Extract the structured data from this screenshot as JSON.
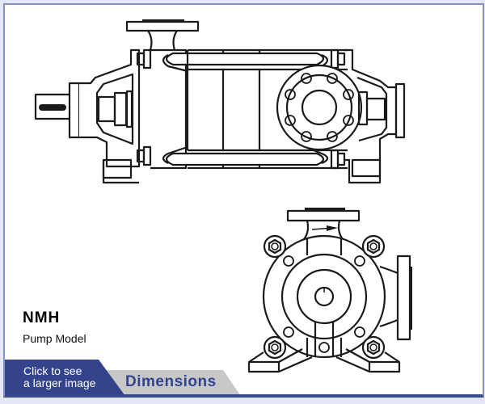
{
  "product": {
    "model_name": "NMH",
    "model_label": "Pump Model"
  },
  "tabs": [
    {
      "label_line1": "Click to see",
      "label_line2": "a larger image",
      "color": "#34448c",
      "text_color": "#ffffff"
    },
    {
      "label": "Dimensions",
      "color": "#c8c8c8",
      "text_color": "#34448c"
    }
  ],
  "drawings": {
    "top": "pump-side-view",
    "bottom": "pump-end-view"
  },
  "colors": {
    "background": "#e4e8f6",
    "panel": "#ffffff",
    "panel_border": "#8890c0",
    "line": "#1a1a1a"
  }
}
